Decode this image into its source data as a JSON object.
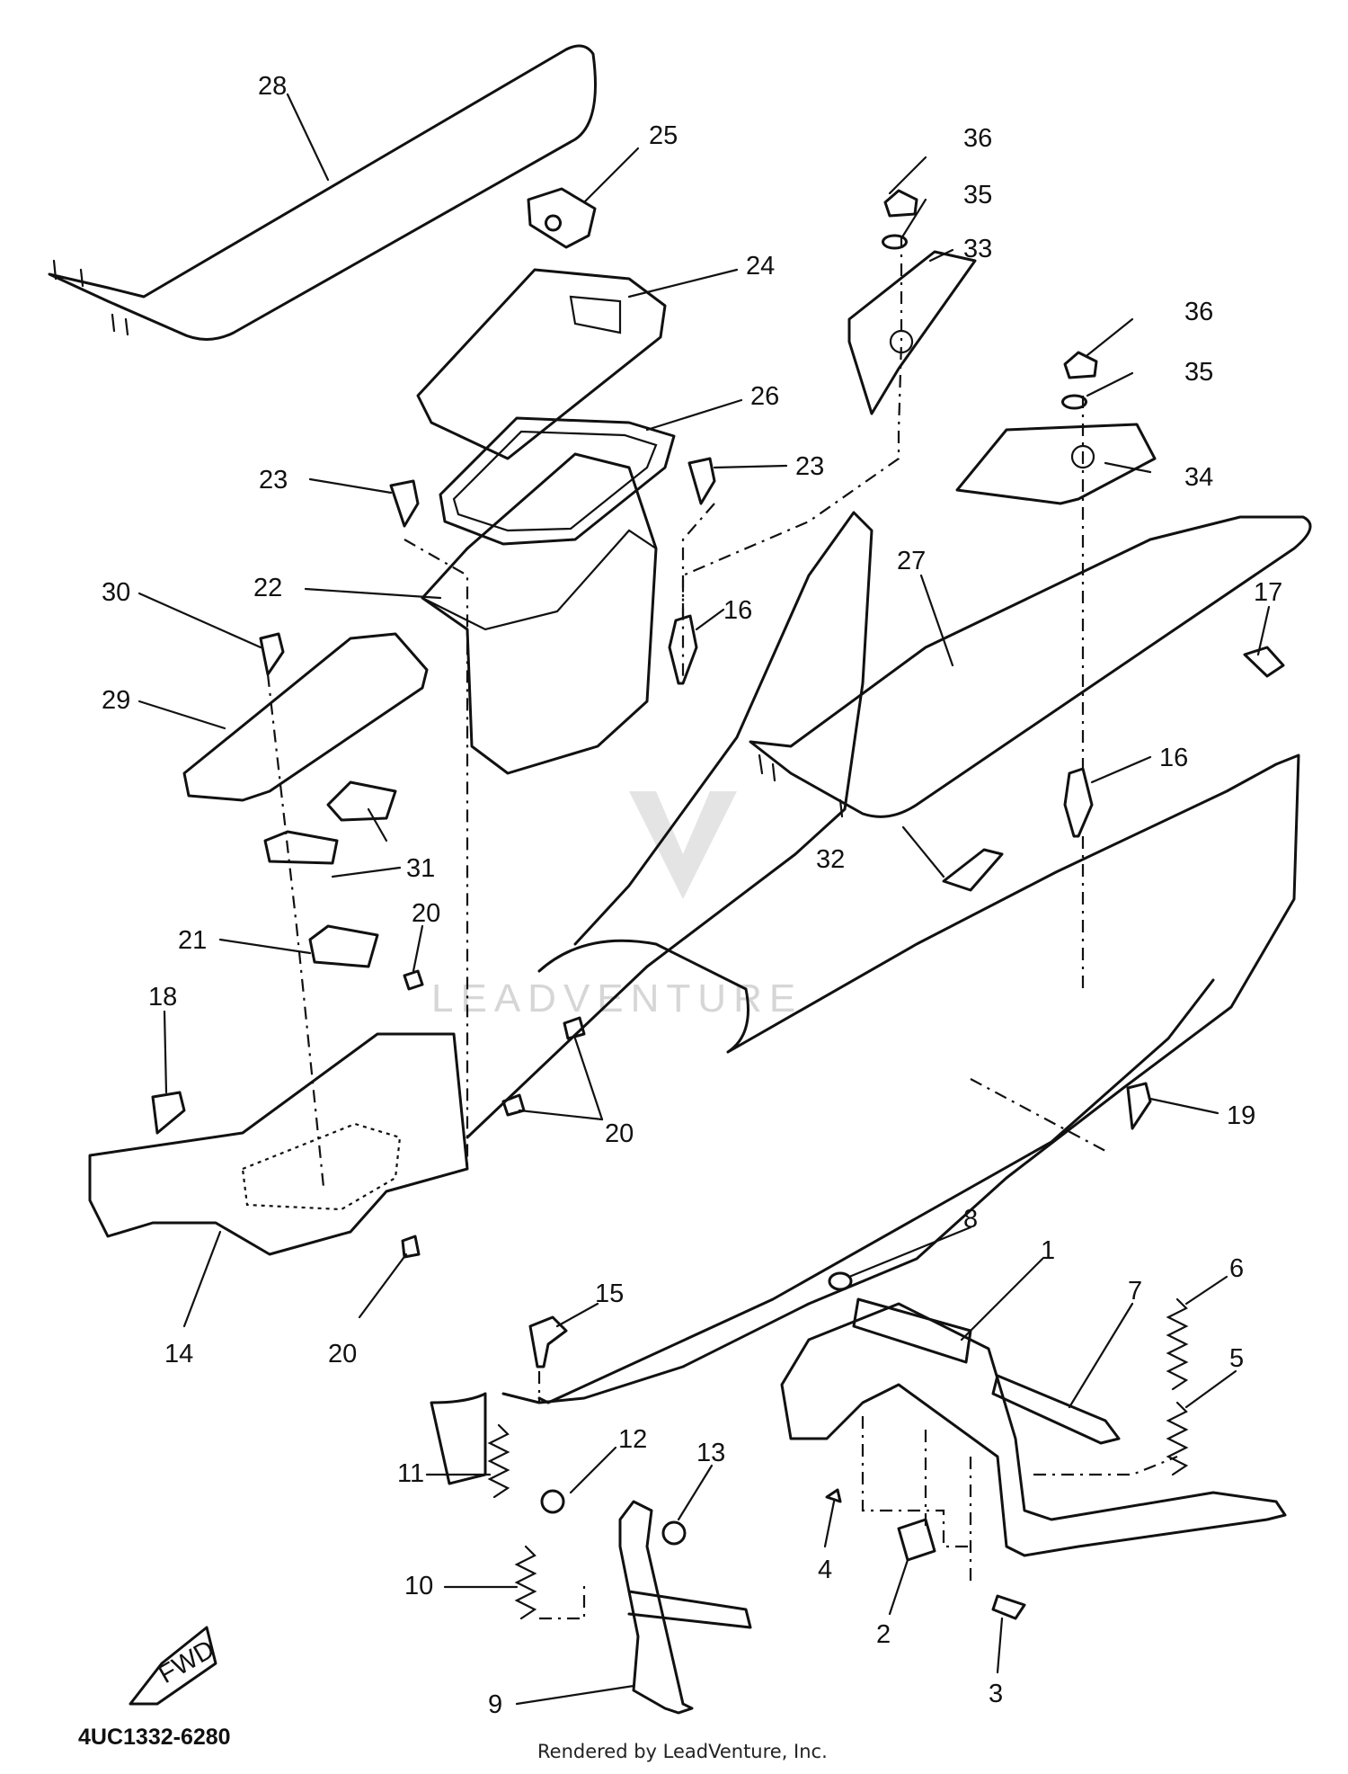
{
  "diagram": {
    "part_code": "4UC1332-6280",
    "footer": "Rendered by LeadVenture, Inc.",
    "watermark": "LEADVENTURE",
    "fwd_marker": "FWD",
    "callouts": [
      "1",
      "2",
      "3",
      "4",
      "5",
      "6",
      "7",
      "8",
      "9",
      "10",
      "11",
      "12",
      "13",
      "14",
      "15",
      "16",
      "16",
      "17",
      "18",
      "19",
      "20",
      "20",
      "20",
      "20",
      "21",
      "22",
      "23",
      "23",
      "24",
      "25",
      "26",
      "27",
      "28",
      "29",
      "30",
      "31",
      "32",
      "33",
      "34",
      "35",
      "35",
      "36",
      "36"
    ]
  }
}
